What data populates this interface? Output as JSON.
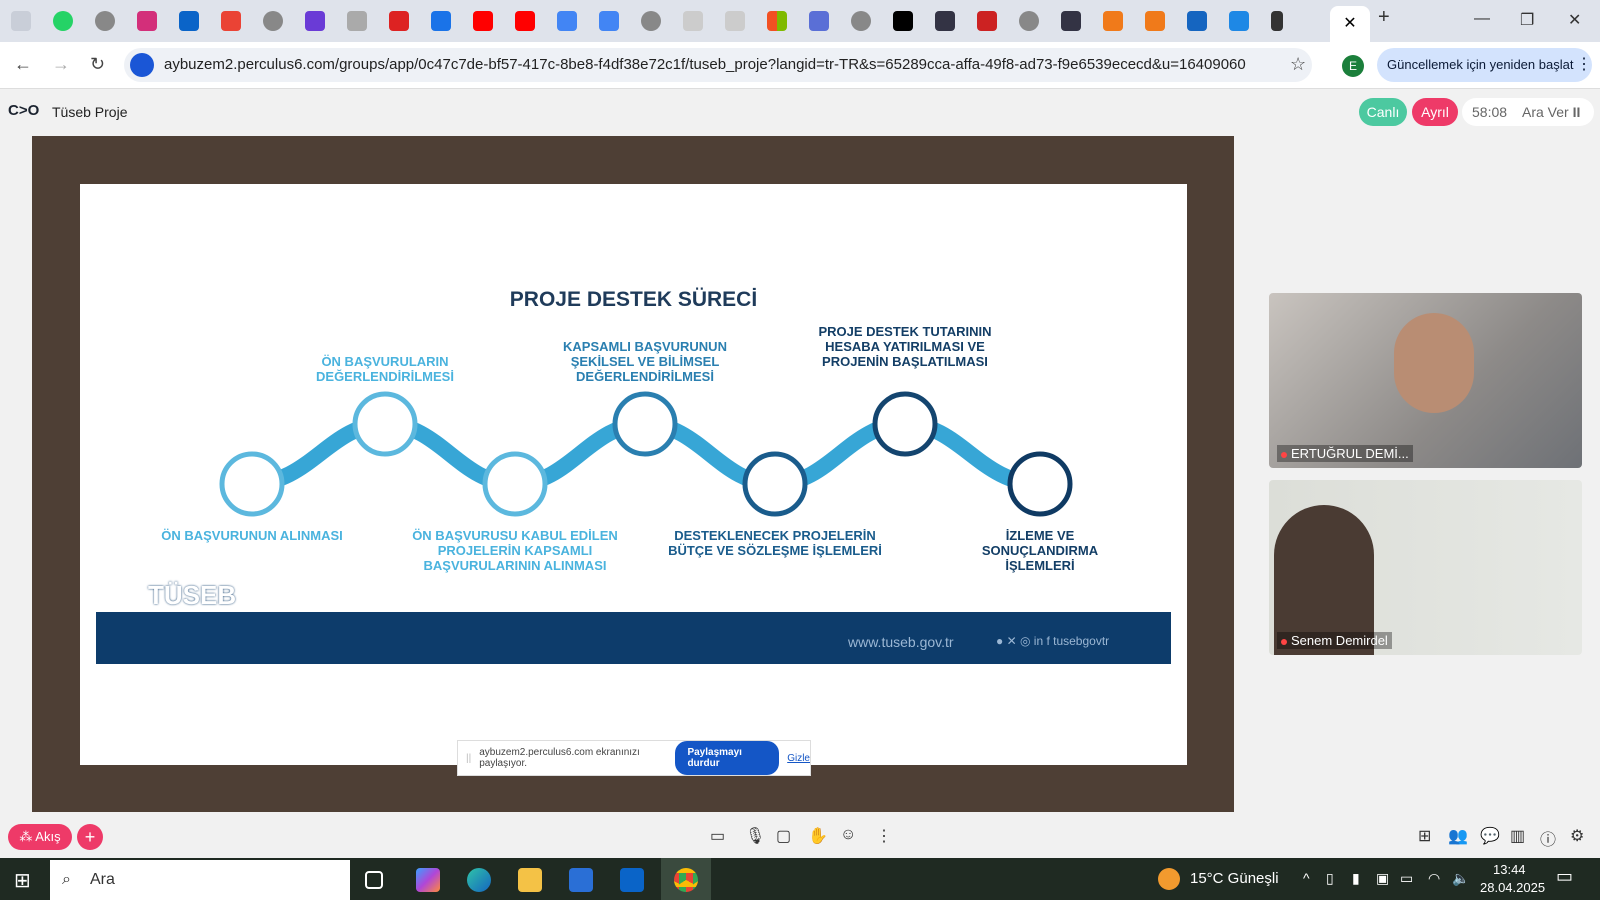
{
  "browser": {
    "url": "aybuzem2.perculus6.com/groups/app/0c47c7de-bf57-417c-8be8-f4df38e72c1f/tuseb_proje?langid=tr-TR&s=65289cca-affa-49f8-ad73-f9e6539ececd&u=16409060",
    "update_button": "Güncellemek için yeniden başlat",
    "profile_initial": "E",
    "close_tab": "✕",
    "new_tab": "+"
  },
  "app": {
    "logo": "C>O",
    "title": "Tüseb Proje",
    "live": "Canlı",
    "leave": "Ayrıl",
    "timer": "58:08",
    "pause": "Ara Ver",
    "flow": "Akış"
  },
  "slide": {
    "title": "PROJE DESTEK SÜRECİ",
    "steps": [
      "ÖN BAŞVURUNUN ALINMASI",
      "ÖN BAŞVURULARIN DEĞERLENDİRİLMESİ",
      "ÖN BAŞVURUSU KABUL EDİLEN PROJELERİN KAPSAMLI BAŞVURULARININ ALINMASI",
      "KAPSAMLI BAŞVURUNUN ŞEKİLSEL VE BİLİMSEL DEĞERLENDİRİLMESİ",
      "DESTEKLENECEK PROJELERİN BÜTÇE VE SÖZLEŞME İŞLEMLERİ",
      "PROJE DESTEK TUTARININ HESABA YATIRILMASI VE PROJENİN BAŞLATILMASI",
      "İZLEME VE SONUÇLANDIRMA İŞLEMLERİ"
    ],
    "logo": "TÜSEB",
    "website": "www.tuseb.gov.tr",
    "social": "tusebgovtr"
  },
  "share": {
    "message": "aybuzem2.perculus6.com ekranınızı paylaşıyor.",
    "stop": "Paylaşmayı durdur",
    "hide": "Gizle"
  },
  "participants": [
    {
      "name": "ERTUĞRUL DEMİ..."
    },
    {
      "name": "Senem Demirdel"
    }
  ],
  "taskbar": {
    "search": "Ara",
    "weather": "15°C  Güneşli",
    "time": "13:44",
    "date": "28.04.2025"
  }
}
